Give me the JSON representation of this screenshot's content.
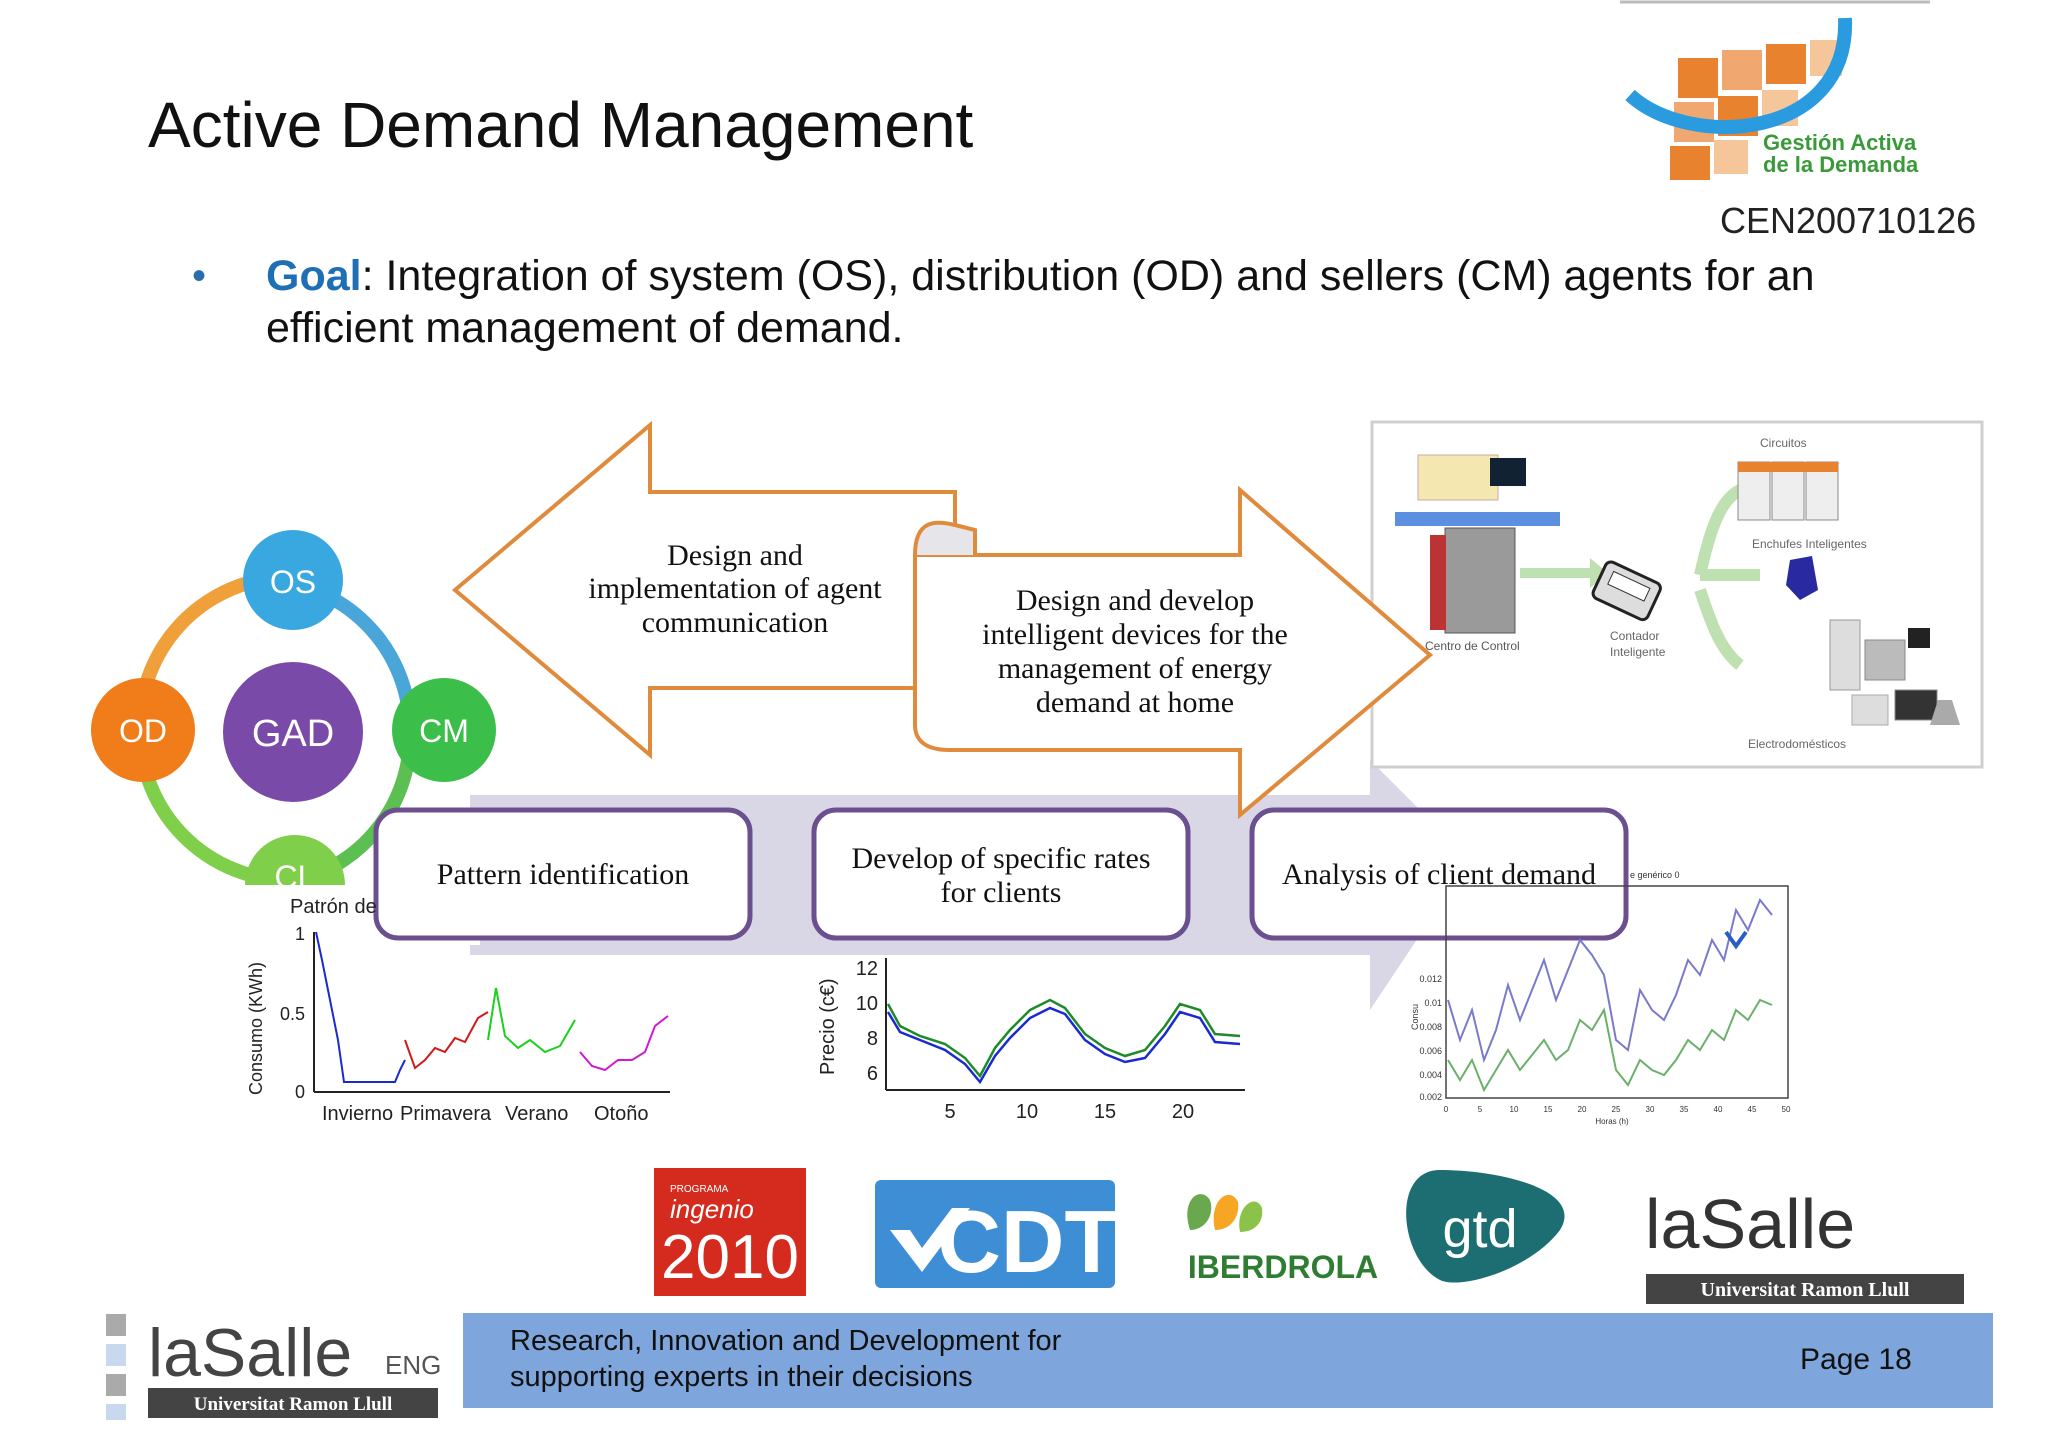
{
  "title": "Active Demand Management",
  "project_code": "CEN200710126",
  "goal": {
    "keyword": "Goal",
    "colon": ":",
    "text": " Integration of system (OS), distribution (OD) and sellers (CM) agents for an efficient management of demand."
  },
  "logo_gad": {
    "line1": "Gestión Activa",
    "line2": "de la Demanda"
  },
  "agents": {
    "os": "OS",
    "od": "OD",
    "cm": "CM",
    "cl": "CL",
    "gad": "GAD"
  },
  "arrows": {
    "left": [
      "Design and",
      "implementation of agent",
      "communication"
    ],
    "right": [
      "Design and develop",
      "intelligent devices for  the",
      "management of energy",
      "demand at home"
    ]
  },
  "boxes": {
    "pattern": "Pattern identification",
    "rates": [
      "Develop of specific  rates",
      "for clients"
    ],
    "analysis": "Analysis of client demand"
  },
  "home_diagram": {
    "circuits": "Circuitos",
    "plugs": "Enchufes Inteligentes",
    "control": "Centro de Control",
    "meter_line1": "Contador",
    "meter_line2": "Inteligente",
    "appliances": "Electrodomésticos"
  },
  "chart1": {
    "title": "Patrón de",
    "ylabel": "Consumo (KWh)",
    "yticks": [
      "1",
      "0.5",
      "0"
    ],
    "seasons": [
      "Invierno",
      "Primavera",
      "Verano",
      "Otoño"
    ]
  },
  "chart2": {
    "ylabel": "Precio (c€)",
    "yticks": [
      "12",
      "10",
      "8",
      "6"
    ],
    "xticks": [
      "5",
      "10",
      "15",
      "20"
    ]
  },
  "chart3": {
    "title_fragment": "e genérico 0",
    "ylabel": "Consu",
    "yticks": [
      "0.012",
      "0.01",
      "0.008",
      "0.006",
      "0.004",
      "0.002"
    ],
    "xticks": [
      "0",
      "5",
      "10",
      "15",
      "20",
      "25",
      "30",
      "35",
      "40",
      "45",
      "50"
    ],
    "xlabel": "Horas (h)"
  },
  "sponsors": {
    "ingenio_small": "PROGRAMA",
    "ingenio_word": "ingenio",
    "ingenio_year": "2010",
    "cdti": "CDTI",
    "iberdrola": "IBERDROLA",
    "gtd": "gtd",
    "lasalle": "laSalle",
    "lasalle_sub": "Universitat Ramon Llull"
  },
  "footer": {
    "lasalle": "laSalle",
    "eng": "ENG",
    "university": "Universitat Ramon Llull",
    "tagline": "Research, Innovation and Development for\nsupporting experts in their decisions",
    "page": "Page 18"
  },
  "colors": {
    "arrow_stroke": "#e08a3c",
    "box_stroke": "#6b4f8e",
    "band": "#d9d7e6",
    "footer_bar": "#7ea6dc",
    "os": "#3aa8e0",
    "od": "#f07d1a",
    "cm": "#3cbf4a",
    "gad": "#7a4aa8"
  }
}
